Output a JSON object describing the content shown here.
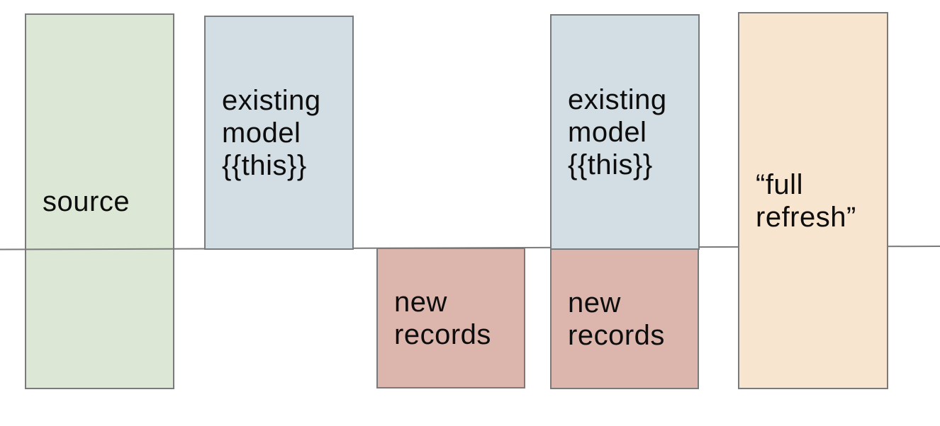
{
  "diagram": {
    "background": "#ffffff",
    "border_color": "#7a7a7a",
    "divider_line": {
      "color": "#7a7a7a",
      "orientation": "horizontal",
      "passes_over": [
        "source-box"
      ],
      "passes_behind": [
        "full-refresh-box"
      ]
    },
    "boxes": {
      "source": {
        "label": "source",
        "fill": "#dce8d5",
        "column": 1,
        "spans_divider": true
      },
      "existing_model_1": {
        "label": "existing\nmodel\n{{this}}",
        "fill": "#d2dee4",
        "column": 2,
        "position": "above-divider"
      },
      "new_records_1": {
        "label": "new\nrecords",
        "fill": "#dcb5ac",
        "column": 3,
        "position": "below-divider"
      },
      "existing_model_2": {
        "label": "existing\nmodel\n{{this}}",
        "fill": "#d2dee4",
        "column": 4,
        "position": "above-divider"
      },
      "new_records_2": {
        "label": "new\nrecords",
        "fill": "#dcb5ac",
        "column": 4,
        "position": "below-divider"
      },
      "full_refresh": {
        "label": "“full\nrefresh”",
        "fill": "#f8e5d0",
        "column": 5,
        "spans_divider": true
      }
    }
  }
}
